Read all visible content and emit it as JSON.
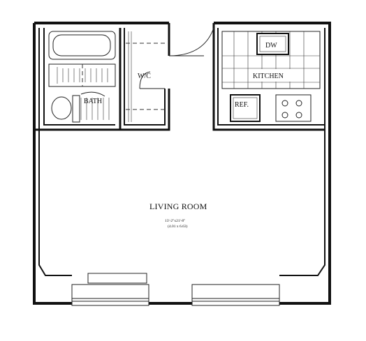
{
  "plan": {
    "labels": {
      "dw": "DW",
      "kitchen": "KITCHEN",
      "wc": "W/C",
      "bath": "BATH",
      "ref": "REF.",
      "living_room": "LIVING ROOM",
      "living_dim_imperial": "13'-2\"x21'-8\"",
      "living_dim_metric": "(4.01 x 6.63)"
    },
    "colors": {
      "ink": "#111111",
      "paper": "#ffffff"
    }
  }
}
